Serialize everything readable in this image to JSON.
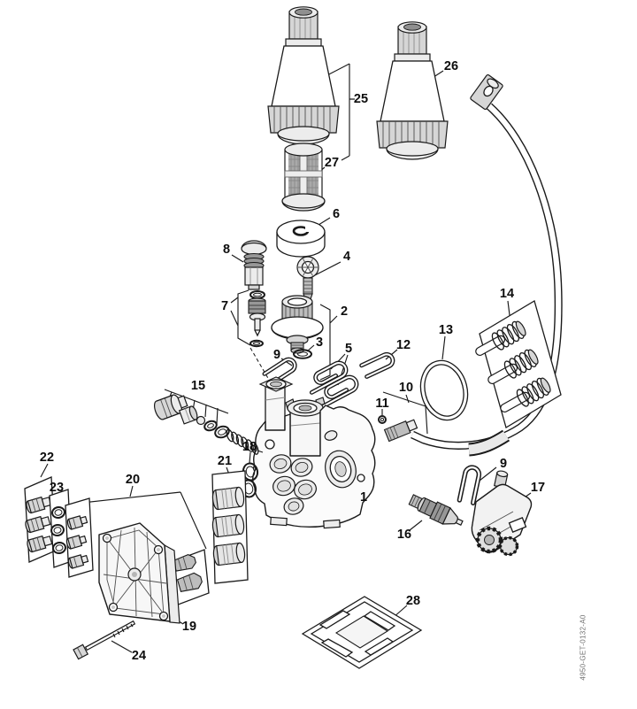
{
  "diagram": {
    "drawing_code": "4950-GET-0132-A0",
    "colors": {
      "line": "#1a1a1a",
      "background": "#ffffff",
      "label": "#0d0d0d"
    },
    "callouts": {
      "c1": "1",
      "c2": "2",
      "c3": "3",
      "c4": "4",
      "c5": "5",
      "c6": "6",
      "c7": "7",
      "c8": "8",
      "c9": "9",
      "c9b": "9",
      "c10": "10",
      "c11": "11",
      "c12": "12",
      "c13": "13",
      "c14": "14",
      "c15": "15",
      "c16": "16",
      "c17": "17",
      "c18": "18",
      "c19": "19",
      "c20": "20",
      "c21": "21",
      "c22": "22",
      "c23": "23",
      "c24": "24",
      "c25": "25",
      "c26": "26",
      "c27": "27",
      "c28": "28"
    }
  }
}
